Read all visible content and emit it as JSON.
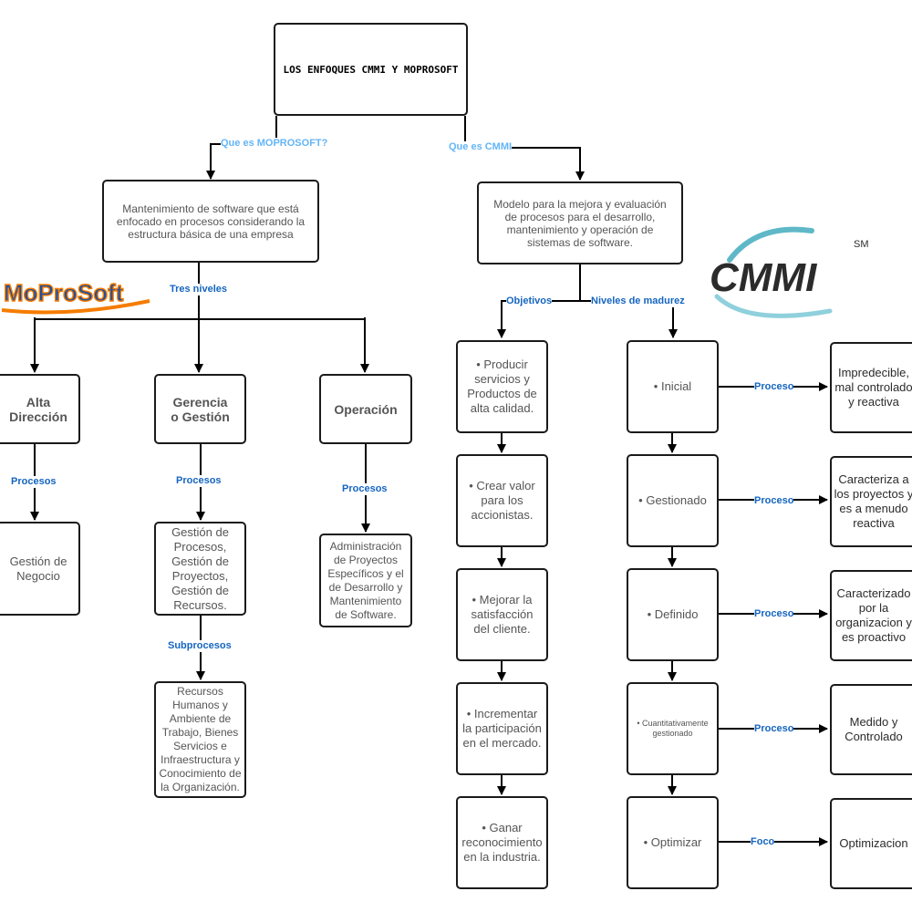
{
  "title": "LOS ENFOQUES CMMI Y MOPROSOFT",
  "labels": {
    "que_moprosoft": "Que es MOPROSOFT?",
    "que_cmmi": "Que es CMMI",
    "tres_niveles": "Tres niveles",
    "procesos": "Procesos",
    "subprocesos": "Subprocesos",
    "objetivos": "Objetivos",
    "niveles_madurez": "Niveles de madurez",
    "proceso": "Proceso",
    "foco": "Foco"
  },
  "moprosoft": {
    "definition": "Mantenimiento de software que está enfocado en procesos considerando la estructura básica de una empresa",
    "logo_text": "MoProSoft",
    "levels": {
      "alta": "Alta Dirección",
      "gerencia": "Gerencia o Gestión",
      "operacion": "Operación"
    },
    "gestion_negocio": "Gestión de Negocio",
    "gestion_procesos": "Gestión de Procesos, Gestión de Proyectos, Gestión de Recursos.",
    "operacion_detail": "Administración de Proyectos Específicos y el de Desarrollo y Mantenimiento de Software.",
    "recursos": "Recursos Humanos y Ambiente de Trabajo, Bienes Servicios e Infraestructura y Conocimiento de la Organización."
  },
  "cmmi": {
    "definition": "Modelo para la mejora y evaluación de procesos para el desarrollo, mantenimiento y operación de sistemas de software.",
    "logo_text": "CMMI",
    "logo_sm": "SM",
    "objetivos": [
      "• Producir servicios y Productos de alta calidad.",
      "• Crear valor para los accionistas.",
      "• Mejorar la satisfacción del cliente.",
      "• Incrementar la participación en el mercado.",
      "• Ganar reconocimiento en la industria."
    ],
    "niveles": [
      "• Inicial",
      "• Gestionado",
      "• Definido",
      "• Cuantitativamente gestionado",
      "• Optimizar"
    ],
    "resultados": [
      "Impredecible, mal controlado y reactiva",
      "Caracteriza a los proyectos y es a menudo reactiva",
      "Caracterizado por la organizacion y es proactivo",
      "Medido y Controlado",
      "Optimizacion"
    ]
  },
  "colors": {
    "label_blue": "#1565c0",
    "label_light_blue": "#64b5f6",
    "moprosoft_orange": "#f57c00",
    "moprosoft_blue": "#1e4fa0",
    "cmmi_dark": "#2b2b2b",
    "cmmi_swoosh": "#5fb8c8"
  }
}
